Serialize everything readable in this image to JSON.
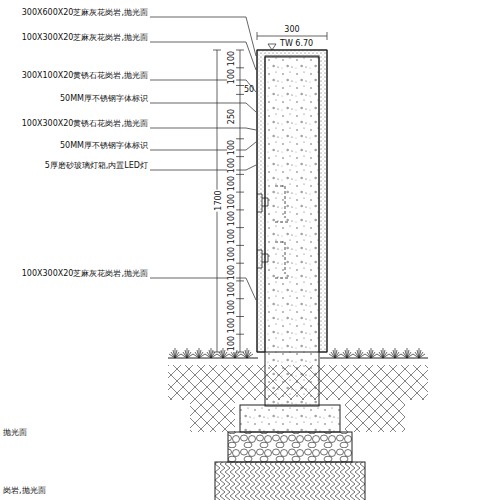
{
  "diagram": {
    "labels": [
      "300X600X20芝麻灰花岗岩,抛光面",
      "100X300X20芝麻灰花岗岩,抛光面",
      "300X100X20黄锈石花岗岩,抛光面",
      "50MM厚不锈钢字体标识",
      "100X300X20黄锈石花岗岩,抛光面",
      "50MM厚不锈钢字体标识",
      "5厚磨砂玻璃灯箱,内置LED灯",
      "100X300X20芝麻灰花岗岩,抛光面",
      "300",
      "TW 6.70",
      "1700",
      "100",
      "100",
      "50",
      "250",
      "100",
      "100",
      "100",
      "100",
      "100",
      "100",
      "100",
      "100",
      "100",
      "100",
      "100",
      "100",
      "抛光面",
      "岗岩,抛光面"
    ]
  }
}
